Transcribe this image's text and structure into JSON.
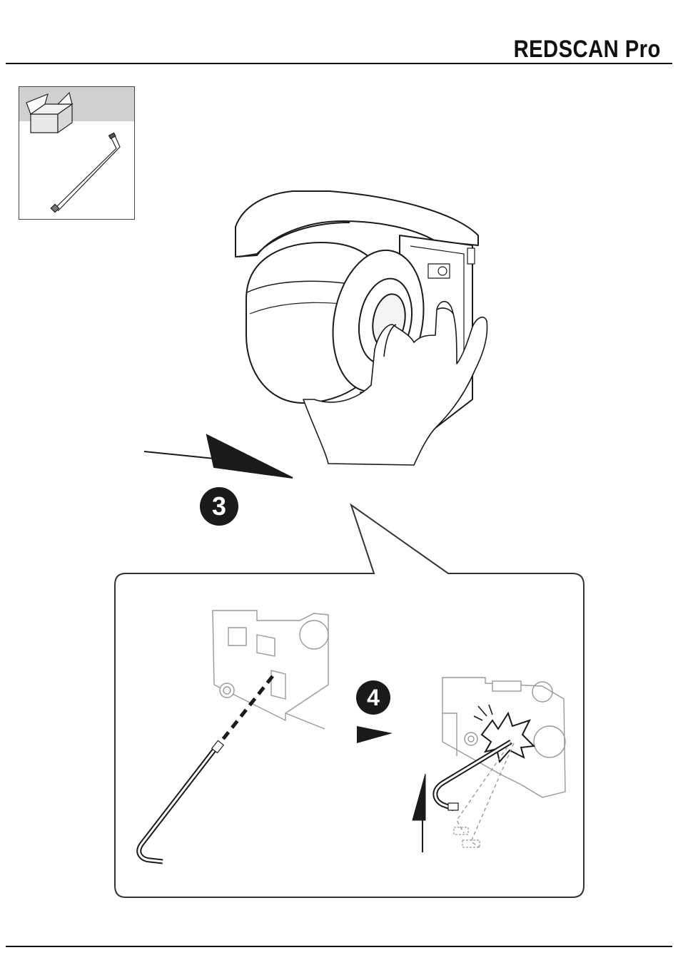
{
  "header": {
    "title": "REDSCAN Pro"
  },
  "tools": {
    "icons": [
      "box-icon",
      "hex-key-icon"
    ]
  },
  "steps": {
    "step_3": "3",
    "step_4": "4"
  },
  "colors": {
    "ink": "#1a1a1a",
    "box_band": "#d0d0d0",
    "panel_border": "#333333"
  }
}
